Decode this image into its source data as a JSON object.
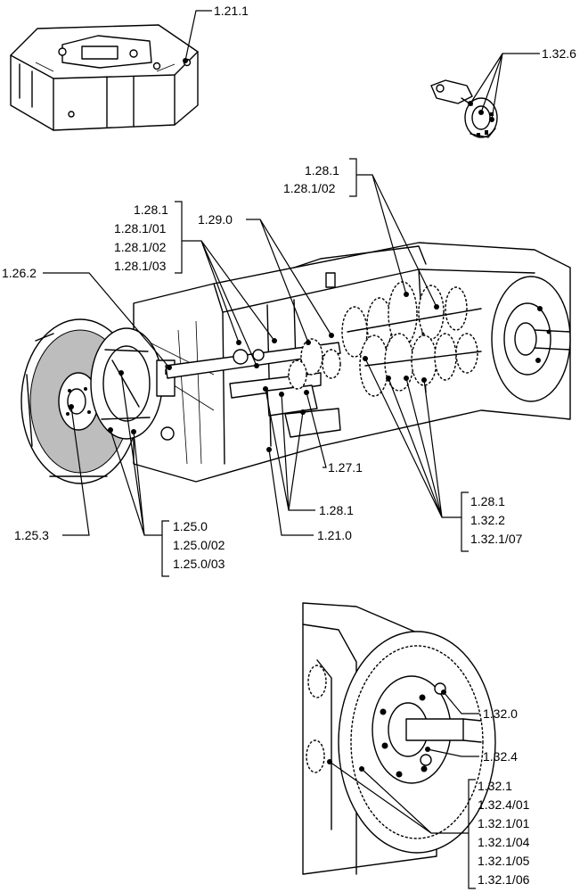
{
  "labels": {
    "l_1_21_1": "1.21.1",
    "l_1_32_6": "1.32.6",
    "g_1_28_1_top": [
      "1.28.1",
      "1.28.1/02"
    ],
    "g_1_28_1_left": [
      "1.28.1",
      "1.28.1/01",
      "1.28.1/02",
      "1.28.1/03"
    ],
    "l_1_29_0": "1.29.0",
    "l_1_26_2": "1.26.2",
    "l_1_27_1": "1.27.1",
    "l_1_28_1_mid": "1.28.1",
    "l_1_21_0": "1.21.0",
    "l_1_25_3": "1.25.3",
    "g_1_25_0": [
      "1.25.0",
      "1.25.0/02",
      "1.25.0/03"
    ],
    "g_1_28_1_right": [
      "1.28.1",
      "1.32.2",
      "1.32.1/07"
    ],
    "l_1_32_0": "1.32.0",
    "l_1_32_4": "1.32.4",
    "g_1_32_1": [
      "1.32.1",
      "1.32.4/01",
      "1.32.1/01",
      "1.32.1/04",
      "1.32.1/05",
      "1.32.1/06"
    ]
  }
}
